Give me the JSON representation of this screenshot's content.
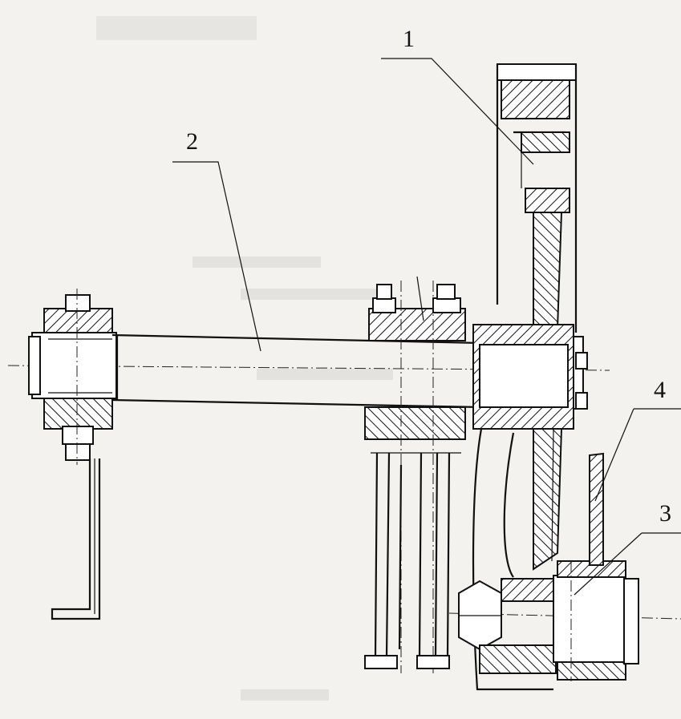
{
  "figure": {
    "background": "#f4f2ee",
    "line_color": "#111111",
    "callouts": [
      {
        "id": "callout-1",
        "label": "1"
      },
      {
        "id": "callout-2",
        "label": "2"
      },
      {
        "id": "callout-3",
        "label": "3"
      },
      {
        "id": "callout-4",
        "label": "4"
      }
    ]
  }
}
